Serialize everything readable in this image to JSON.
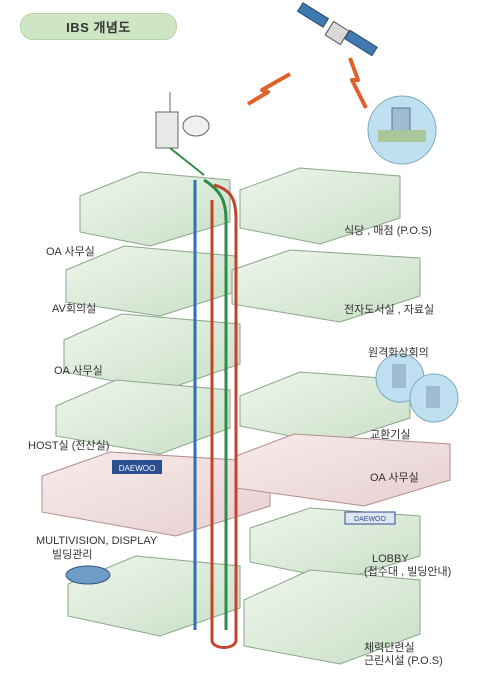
{
  "title": "IBS 개념도",
  "labels": {
    "cafeteria": "식당 , 매점 (P.O.S)",
    "oa_office_1": "OA 사무실",
    "av_meeting": "AV회의실",
    "e_library": "전자도서실 , 자료실",
    "oa_office_2": "OA 사무실",
    "remote_video_conf": "원격화상회의",
    "exchange_room": "교환기실",
    "host_room": "HOST실 (전산실)",
    "oa_office_3": "OA 사무실",
    "multivision_display": "MULTIVISION, DISPLAY",
    "building_mgmt": "빌딩관리",
    "lobby": "LOBBY",
    "lobby_sub": "(접수대 , 빌딩안내)",
    "fitness_room": "체력단련실",
    "welfare_facility": "근린시설 (P.O.S)"
  },
  "signs": {
    "daewoo": "DAEWOO"
  },
  "colors": {
    "floor_green": "#dfeedd",
    "floor_pink": "#f4dede",
    "line_blue": "#2f6fb3",
    "line_green": "#2e8b4a",
    "line_red": "#c0452a",
    "lightning": "#e0622a"
  }
}
